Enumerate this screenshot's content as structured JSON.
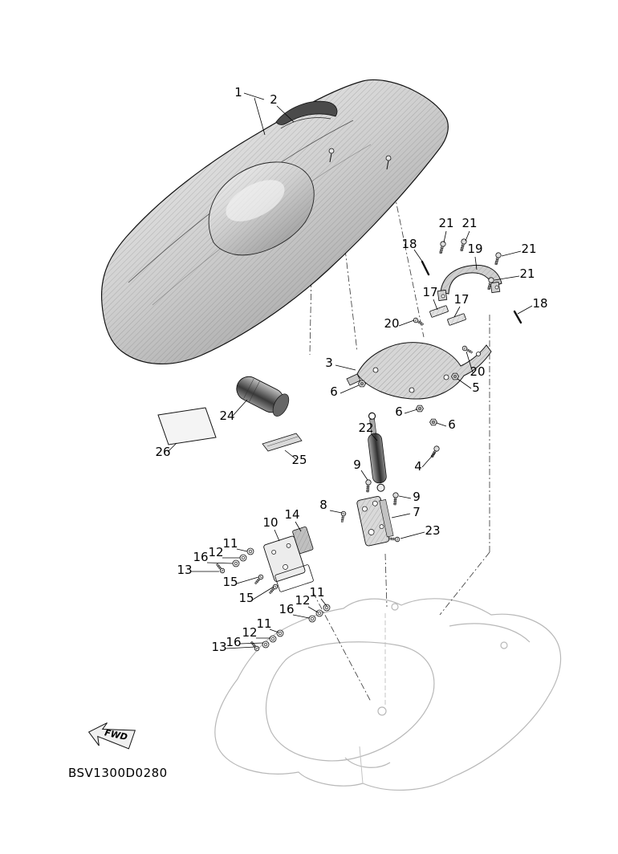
{
  "diagram": {
    "part_code": "BSV1300D0280",
    "fwd_label": "FWD",
    "colors": {
      "line": "#111111",
      "body_line": "#b8b8b8"
    },
    "callouts": [
      {
        "label": "1"
      },
      {
        "label": "2"
      },
      {
        "label": "21"
      },
      {
        "label": "21"
      },
      {
        "label": "18"
      },
      {
        "label": "19"
      },
      {
        "label": "21"
      },
      {
        "label": "21"
      },
      {
        "label": "17"
      },
      {
        "label": "17"
      },
      {
        "label": "18"
      },
      {
        "label": "20"
      },
      {
        "label": "3"
      },
      {
        "label": "20"
      },
      {
        "label": "6"
      },
      {
        "label": "5"
      },
      {
        "label": "24"
      },
      {
        "label": "6"
      },
      {
        "label": "6"
      },
      {
        "label": "22"
      },
      {
        "label": "26"
      },
      {
        "label": "25"
      },
      {
        "label": "4"
      },
      {
        "label": "9"
      },
      {
        "label": "9"
      },
      {
        "label": "8"
      },
      {
        "label": "7"
      },
      {
        "label": "14"
      },
      {
        "label": "10"
      },
      {
        "label": "23"
      },
      {
        "label": "11"
      },
      {
        "label": "12"
      },
      {
        "label": "16"
      },
      {
        "label": "13"
      },
      {
        "label": "15"
      },
      {
        "label": "15"
      },
      {
        "label": "11"
      },
      {
        "label": "12"
      },
      {
        "label": "16"
      },
      {
        "label": "11"
      },
      {
        "label": "12"
      },
      {
        "label": "16"
      },
      {
        "label": "13"
      }
    ]
  }
}
